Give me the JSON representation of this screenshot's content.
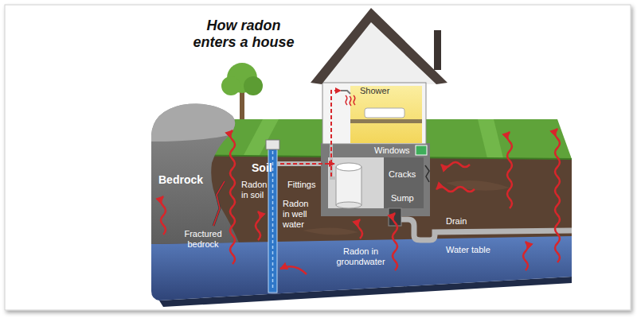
{
  "diagram": {
    "title": "How radon enters a house",
    "labels": [
      "Shower",
      "Bedrock",
      "Soil",
      "Radon in soil",
      "Windows",
      "Fittings",
      "Cracks",
      "Radon in well water",
      "Sump",
      "Drain",
      "Fractured bedrock",
      "Water table",
      "Radon in groundwater"
    ]
  }
}
